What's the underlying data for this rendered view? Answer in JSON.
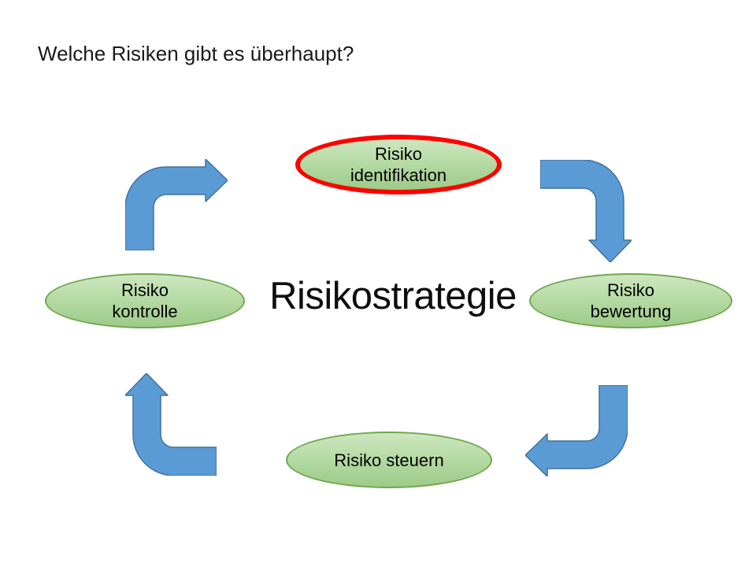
{
  "slide": {
    "title": "Welche Risiken gibt es überhaupt?",
    "center_label": "Risikostrategie"
  },
  "nodes": {
    "top": {
      "line1": "Risiko",
      "line2": "identifikation",
      "highlighted": true
    },
    "right": {
      "line1": "Risiko",
      "line2": "bewertung",
      "highlighted": false
    },
    "bottom": {
      "line1": "Risiko steuern",
      "highlighted": false
    },
    "left": {
      "line1": "Risiko",
      "line2": "kontrolle",
      "highlighted": false
    }
  },
  "cycle_order": [
    "identifikation",
    "bewertung",
    "steuern",
    "kontrolle"
  ],
  "colors": {
    "arrow_blue": "#5B9BD5",
    "arrow_blue_border": "#41719C",
    "node_green_light": "#CDE7C0",
    "node_green": "#A9D18E",
    "node_green_border": "#71A650",
    "highlight_red": "#FE0000",
    "text": "#000000",
    "background": "#FFFFFF"
  }
}
